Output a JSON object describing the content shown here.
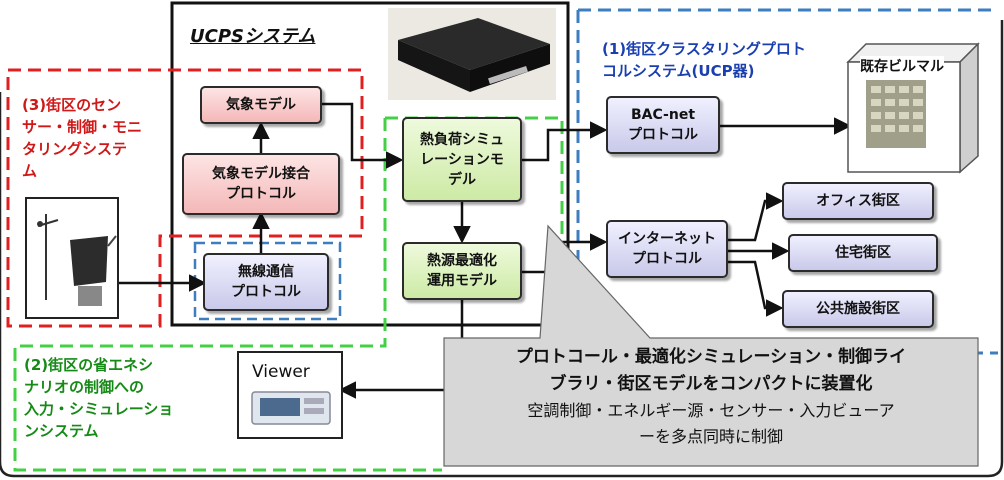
{
  "system_title": "UCPSシステム",
  "labels": {
    "red_section": "(3)街区のセン\nサー・制御・モニ\nタリングシステ\nム",
    "green_section": "(2)街区の省エネシ\nナリオの制御への\n入力・シミュレーショ\nンシステム",
    "blue_section": "(1)街区クラスタリングプロト\nコルシステム(UCP器)",
    "existing_building": "既存ビルマル",
    "viewer": "Viewer"
  },
  "boxes": {
    "weather_model": "気象モデル",
    "weather_protocol": "気象モデル接合\nプロトコル",
    "wireless_protocol": "無線通信\nプロトコル",
    "heat_load_model": "熱負荷シミュ\nレーションモ\nデル",
    "heat_source_model": "熱源最適化\n運用モデル",
    "bacnet_protocol": "BAC-net\nプロトコル",
    "internet_protocol": "インターネット\nプロトコル",
    "office_district": "オフィス街区",
    "residential_district": "住宅街区",
    "public_district": "公共施設街区"
  },
  "callout": {
    "line1": "プロトコール・最適化シミュレーション・制御ライ",
    "line2": "ブラリ・街区モデルをコンパクトに装置化",
    "line3": "空調制御・エネルギー源・センサー・入力ビューア",
    "line4": "ーを多点同時に制御"
  }
}
